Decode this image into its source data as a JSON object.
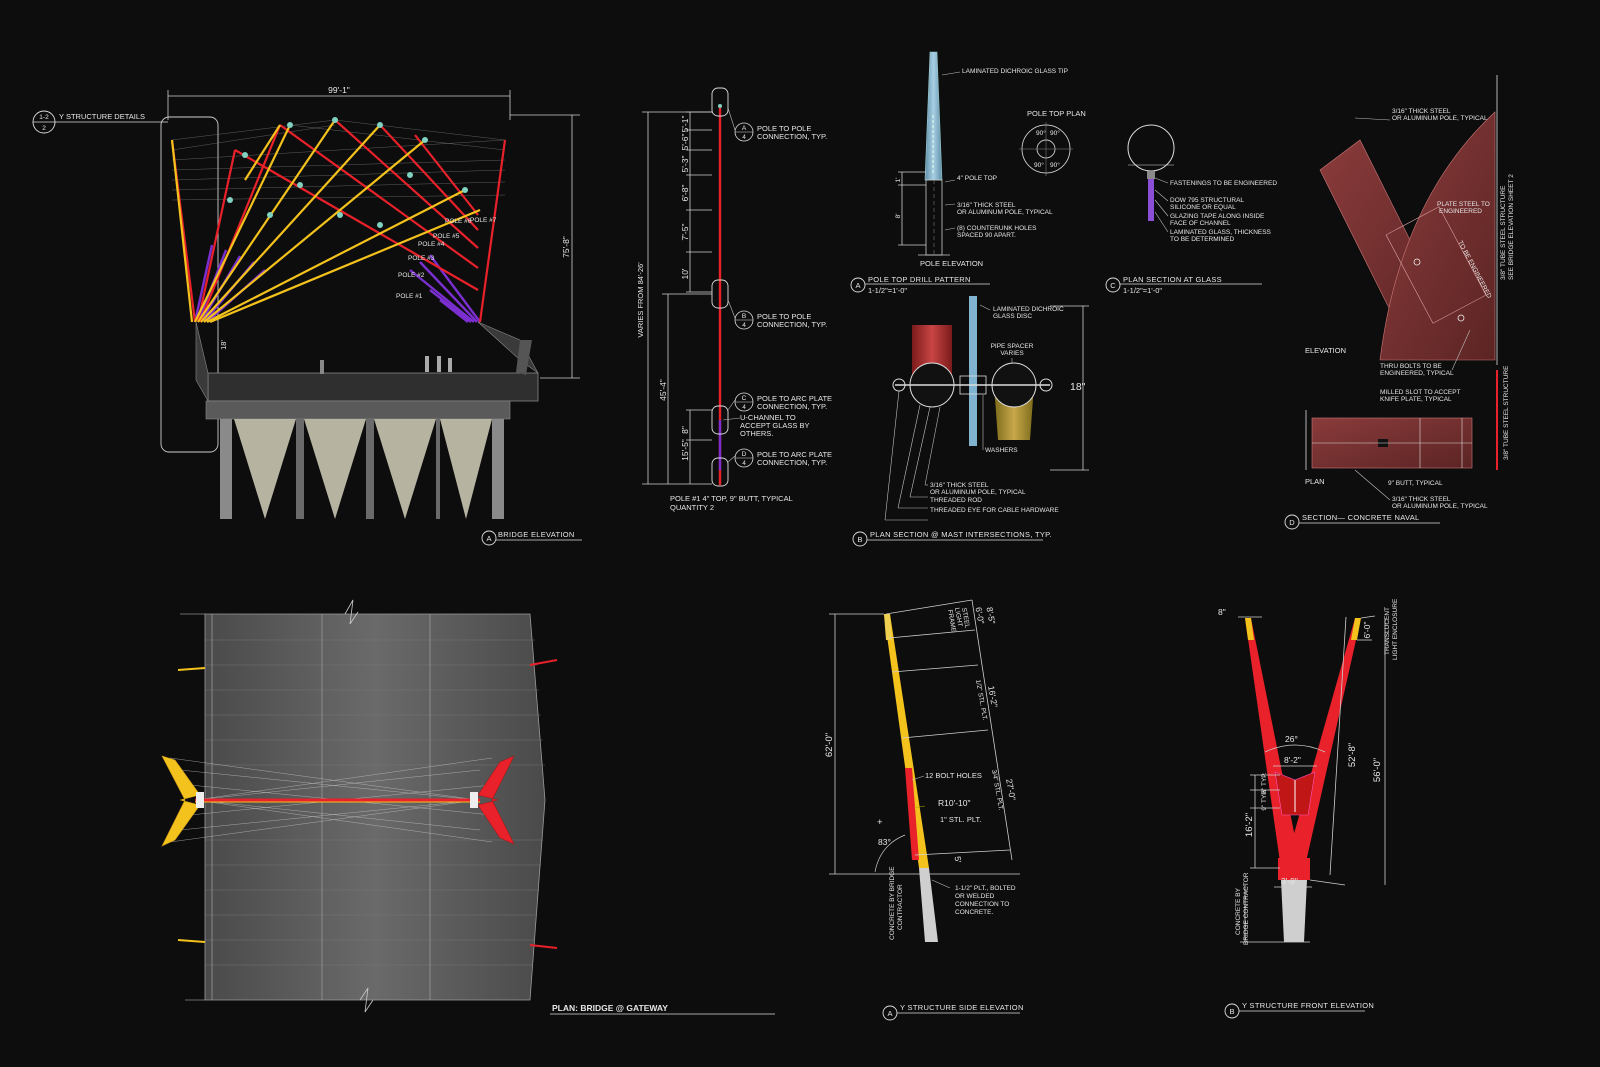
{
  "colors": {
    "background": "#0d0d0d",
    "pole_red": "#e8212a",
    "pole_yellow": "#f4c21c",
    "cable_purple": "#7b2fd0",
    "glass_blue": "#7fb3cf",
    "line": "#cfcfcf"
  },
  "bridge_elevation": {
    "ref_top": "1-2",
    "ref_bottom": "2",
    "ref_label": "Y STRUCTURE DETAILS",
    "width_dim": "99'-1\"",
    "height_dim": "75'-8\"",
    "base_dim": "18'",
    "poles": [
      "POLE #1",
      "POLE #2",
      "POLE #3",
      "POLE #4",
      "POLE #5",
      "POLE #6",
      "POLE #7"
    ],
    "tag": "A",
    "title": "BRIDGE  ELEVATION"
  },
  "pole_elevation": {
    "varies": "VARIES FROM 84'-26'",
    "dims_upper": [
      "5'-1\"",
      "5'-6\"",
      "5'-3\"",
      "6'-8\"",
      "7'-5\"",
      "10'"
    ],
    "dim_lower": "45'-4\"",
    "dims_base": [
      "15'-5\"",
      "8\""
    ],
    "callouts": [
      {
        "tag": "A",
        "sheet": "4",
        "text": [
          "POLE TO POLE",
          "CONNECTION, TYP."
        ]
      },
      {
        "tag": "B",
        "sheet": "4",
        "text": [
          "POLE TO POLE",
          "CONNECTION, TYP."
        ]
      },
      {
        "tag": "C",
        "sheet": "4",
        "text": [
          "POLE TO ARC PLATE",
          "CONNECTION, TYP."
        ]
      },
      {
        "tag": "D",
        "sheet": "4",
        "text": [
          "POLE TO ARC PLATE",
          "CONNECTION, TYP."
        ]
      }
    ],
    "uchannel": [
      "U-CHANNEL TO",
      "ACCEPT GLASS BY",
      "OTHERS."
    ],
    "note": [
      "POLE #1      4\" TOP, 9\" BUTT, TYPICAL",
      "QUANTITY 2"
    ]
  },
  "pole_top": {
    "tip_label": "LAMINATED DICHROIC GLASS TIP",
    "plan_label": "POLE TOP PLAN",
    "angles": [
      "90°",
      "90°",
      "90°",
      "90°"
    ],
    "notes": [
      "4\" POLE TOP",
      "3/16\" THICK STEEL",
      "OR ALUMINUM POLE, TYPICAL",
      "(8) COUNTERUNK HOLES",
      "SPACED 90 APART."
    ],
    "dims": [
      "1'",
      "8'"
    ],
    "elev_label": "POLE ELEVATION",
    "tag": "A",
    "title": "POLE TOP DRILL PATTERN",
    "scale": "1-1/2\"=1'-0\""
  },
  "plan_glass": {
    "notes": [
      "FASTENINGS TO BE ENGINEERED",
      "DOW 795 STRUCTURAL",
      "SILICONE OR EQUAL",
      "GLAZING TAPE ALONG INSIDE",
      "FACE OF CHANNEL",
      "LAMINATED GLASS, THICKNESS",
      "TO BE DETERMINED"
    ],
    "tag": "C",
    "title": "PLAN SECTION  AT GLASS",
    "scale": "1-1/2\"=1'-0\""
  },
  "mast_section": {
    "notes_top": [
      "LAMINATED DICHROIC",
      "GLASS DISC"
    ],
    "spacer": [
      "PIPE SPACER",
      "VARIES"
    ],
    "washers": "WASHERS",
    "dim": "18\"",
    "notes_bottom": [
      "3/16\" THICK STEEL",
      "OR ALUMINUM POLE, TYPICAL",
      "THREADED ROD",
      "THREADED EYE FOR CABLE HARDWARE"
    ],
    "tag": "B",
    "title": "PLAN  SECTION  @  MAST INTERSECTIONS, TYP."
  },
  "concrete_naval": {
    "notes_top": [
      "3/16\" THICK STEEL",
      "OR ALUMINUM POLE, TYPICAL"
    ],
    "plate_steel": [
      "PLATE STEEL TO",
      "ENGINEERED"
    ],
    "to_be_eng": "TO BE ENGINEERED",
    "tube_note": [
      "3/8\" TUBE STEEL STRUCTURE",
      "SEE BRIDGE ELEVATION SHEET 2"
    ],
    "elevation": "ELEVATION",
    "thru_bolts": [
      "THRU BOLTS TO BE",
      "ENGINEERED, TYPICAL"
    ],
    "milled": [
      "MILLED SLOT TO ACCEPT",
      "KNIFE PLATE, TYPICAL"
    ],
    "tube_note2": "3/8\" TUBE STEEL STRUCTURE",
    "plan": "PLAN",
    "butt": "9\" BUTT, TYPICAL",
    "notes_bottom": [
      "3/16\" THICK STEEL",
      "OR ALUMINUM POLE, TYPICAL"
    ],
    "tag": "D",
    "title": "SECTION—    CONCRETE NAVAL"
  },
  "plan_bridge": {
    "title": "PLAN: BRIDGE @ GATEWAY"
  },
  "side_elevation": {
    "dims_right": [
      "6'-0\"",
      "8'-5\"",
      "16'-2\"",
      "27'-0\"",
      "5'"
    ],
    "plate_labels": [
      "LIGHT",
      "STEEL",
      "FRAME",
      "1/2\" STL. PLT.",
      "3/4\" STL. PLT.",
      "1\" STL. PLT."
    ],
    "height": "62'-0\"",
    "angle": "83°",
    "bolt_holes": "12 BOLT HOLES",
    "radius": "R10'-10\"",
    "base_note": [
      "1-1/2\" PLT., BOLTED",
      "OR WELDED",
      "CONNECTION TO",
      "CONCRETE."
    ],
    "concrete": [
      "CONCRETE BY BRIDGE",
      "CONTRACTOR"
    ],
    "tag": "A",
    "title": "Y  STRUCTURE  SIDE  ELEVATION"
  },
  "front_elevation": {
    "top_dim": "8\"",
    "angle": "26°",
    "width_dim": "8'-2\"",
    "left_dims": [
      "5\" TYP.",
      "9\" TYP.",
      "16'-2\""
    ],
    "right_dims": [
      "6'-0\"",
      "52'-8\"",
      "56'-0\""
    ],
    "light_label": [
      "TRANSLUCENT",
      "LIGHT ENCLOSURE"
    ],
    "base_dim": "3'-9\"",
    "concrete": [
      "CONCRETE BY",
      "BRIDGE CONTRACTOR"
    ],
    "tag": "B",
    "title": "Y  STRUCTURE  FRONT  ELEVATION"
  }
}
